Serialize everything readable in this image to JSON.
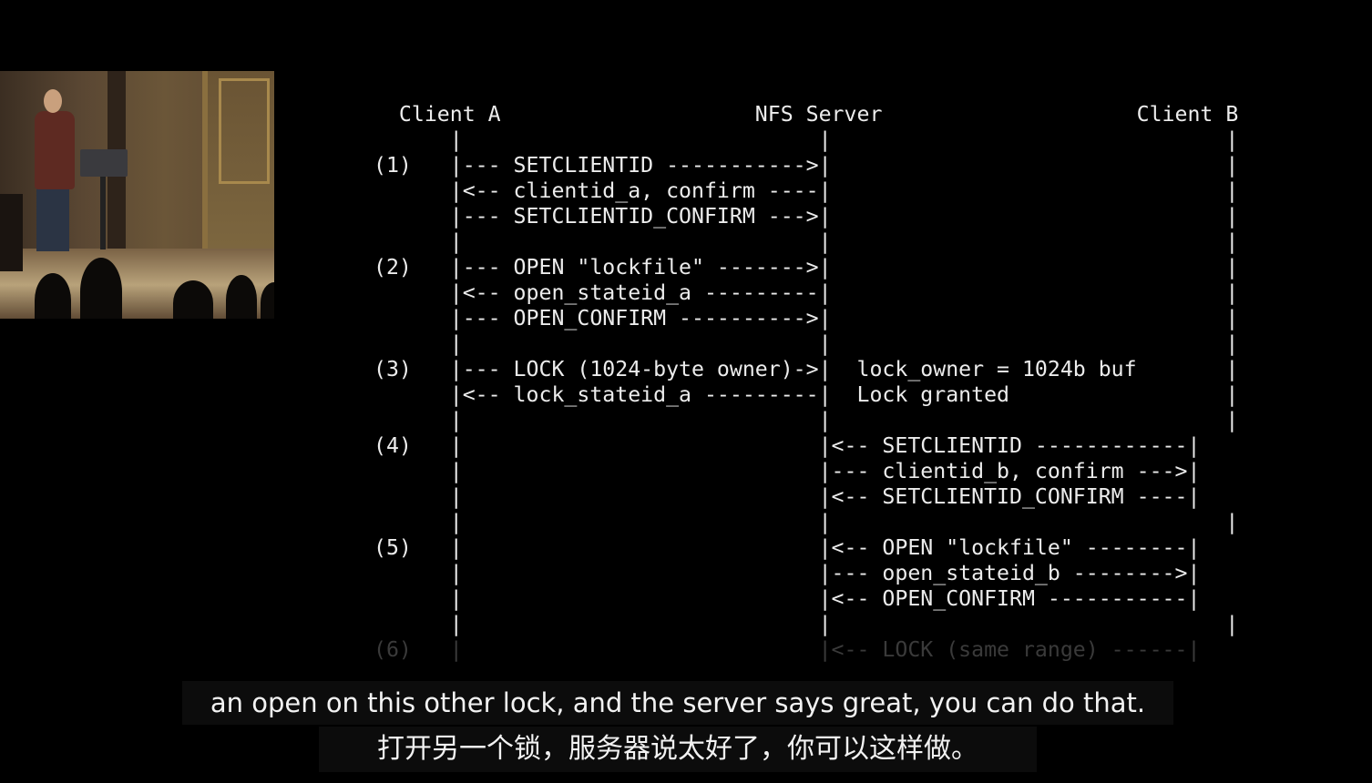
{
  "diagram": {
    "lines": [
      "  Client A                    NFS Server                    Client B",
      "      |                            |                               |",
      "(1)   |--- SETCLIENTID ----------->|                               |",
      "      |<-- clientid_a, confirm ----|                               |",
      "      |--- SETCLIENTID_CONFIRM --->|                               |",
      "      |                            |                               |",
      "(2)   |--- OPEN \"lockfile\" ------->|                               |",
      "      |<-- open_stateid_a ---------|                               |",
      "      |--- OPEN_CONFIRM ---------->|                               |",
      "      |                            |                               |",
      "(3)   |--- LOCK (1024-byte owner)->|  lock_owner = 1024b buf       |",
      "      |<-- lock_stateid_a ---------|  Lock granted                 |",
      "      |                            |                               |",
      "(4)   |                            |<-- SETCLIENTID ------------|",
      "      |                            |--- clientid_b, confirm --->|",
      "      |                            |<-- SETCLIENTID_CONFIRM ----|",
      "      |                            |                               |",
      "(5)   |                            |<-- OPEN \"lockfile\" --------|",
      "      |                            |--- open_stateid_b -------->|",
      "      |                            |<-- OPEN_CONFIRM -----------|",
      "      |                            |                               |",
      "(6)   |                            |<-- LOCK (same range) ------|"
    ]
  },
  "subtitles": {
    "english": "an open on this other lock, and the server says great, you can do that.",
    "chinese": "打开另一个锁，服务器说太好了，你可以这样做。"
  }
}
